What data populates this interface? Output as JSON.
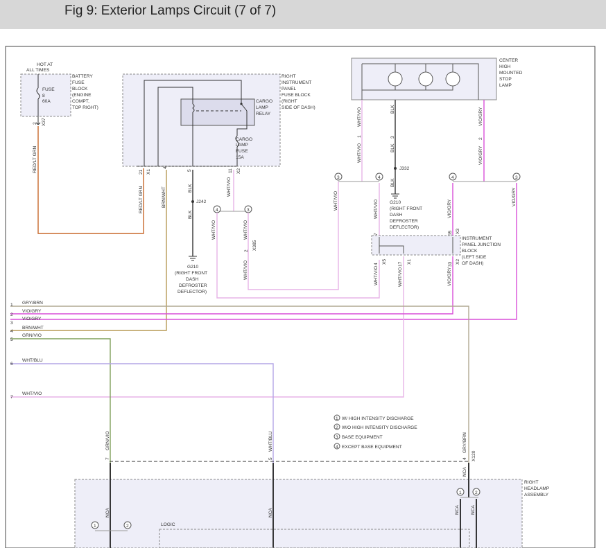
{
  "header": {
    "title": "Fig 9: Exterior Lamps Circuit (7 of 7)"
  },
  "colors": {
    "red_lt_grn": "#c8682b",
    "brn_wht": "#b79a55",
    "gry_brn": "#b0a892",
    "vio_gry": "#d94fd9",
    "grn_vio": "#7fa05a",
    "wht_blu": "#b3a6e6",
    "wht_vio": "#e7b3e7",
    "blk": "#333333",
    "box_fill": "#eeeef8",
    "box_stroke": "#888888"
  },
  "labels": {
    "hot_at": "HOT AT",
    "all_times": "ALL TIMES",
    "battery_fuse_block": [
      "BATTERY",
      "FUSE",
      "BLOCK",
      "(ENGINE",
      "COMPT,",
      "TOP RIGHT)"
    ],
    "fuse_8": [
      "FUSE",
      "8",
      "60A"
    ],
    "right_ip_fuse_block": [
      "RIGHT",
      "INSTRUMENT",
      "PANEL",
      "FUSE BLOCK",
      "(RIGHT",
      "SIDE OF DASH)"
    ],
    "cargo_lamp_relay": [
      "CARGO",
      "LAMP",
      "RELAY"
    ],
    "cargo_lamp_fuse": [
      "CARGO",
      "LAMP",
      "FUSE",
      "15A"
    ],
    "chmsl": [
      "CENTER",
      "HIGH",
      "MOUNTED",
      "STOP",
      "LAMP"
    ],
    "ipjb": [
      "INSTRUMENT",
      "PANEL JUNCTION",
      "BLOCK",
      "(LEFT SIDE",
      "OF DASH)"
    ],
    "g210_left": [
      "G210",
      "(RIGHT FRONT",
      "DASH",
      "DEFROSTER",
      "DEFLECTOR)"
    ],
    "g210_right": [
      "G210",
      "(RIGHT FRONT",
      "DASH",
      "DEFROSTER",
      "DEFLECTOR)"
    ],
    "j242": "J242",
    "j332": "J332",
    "right_headlamp": [
      "RIGHT",
      "HEADLAMP",
      "ASSEMBLY"
    ],
    "logic": "LOGIC",
    "x37": "X37",
    "x1": "X1",
    "x2": "X2",
    "x3": "X3",
    "x5": "X5",
    "x385": "X385",
    "x120": "X120",
    "blk": "BLK",
    "nca": "NCA",
    "red_lt_grn": "RED/LT GRN",
    "brn_wht": "BRN/WHT",
    "wht_vio": "WHT/VIO",
    "vio_gry": "VIO/GRY",
    "grn_vio": "GRN/VIO",
    "wht_blu": "WHT/BLU",
    "gry_brn": "GRY/BRN"
  },
  "legend": [
    {
      "num": "1",
      "text": "W/ HIGH INTENSITY DISCHARGE"
    },
    {
      "num": "2",
      "text": "W/O HIGH INTENSITY DISCHARGE"
    },
    {
      "num": "3",
      "text": "BASE EQUIPMENT"
    },
    {
      "num": "4",
      "text": "EXCEPT BASE EQUIPMENT"
    }
  ],
  "harness": [
    {
      "num": "1",
      "label": "GRY/BRN"
    },
    {
      "num": "2",
      "label": "VIO/GRY"
    },
    {
      "num": "3",
      "label": "VIO/GRY"
    },
    {
      "num": "4",
      "label": "BRN/WHT"
    },
    {
      "num": "5",
      "label": "GRN/VIO"
    },
    {
      "num": "6",
      "label": "WHT/BLU"
    },
    {
      "num": "7",
      "label": "WHT/VIO"
    }
  ],
  "pins": {
    "p2": "2",
    "p21": "21",
    "p4": "4",
    "p5": "5",
    "p11": "11",
    "p1": "1",
    "p3": "3",
    "p7": "7",
    "p35": "35",
    "p17": "17",
    "p33": "33",
    "p5b": "5",
    "p4b": "4",
    "p7b": "7",
    "p2b": "2",
    "p4c": "4"
  },
  "circles": {
    "c1": "1",
    "c2": "2",
    "c3": "3",
    "c4": "4"
  }
}
